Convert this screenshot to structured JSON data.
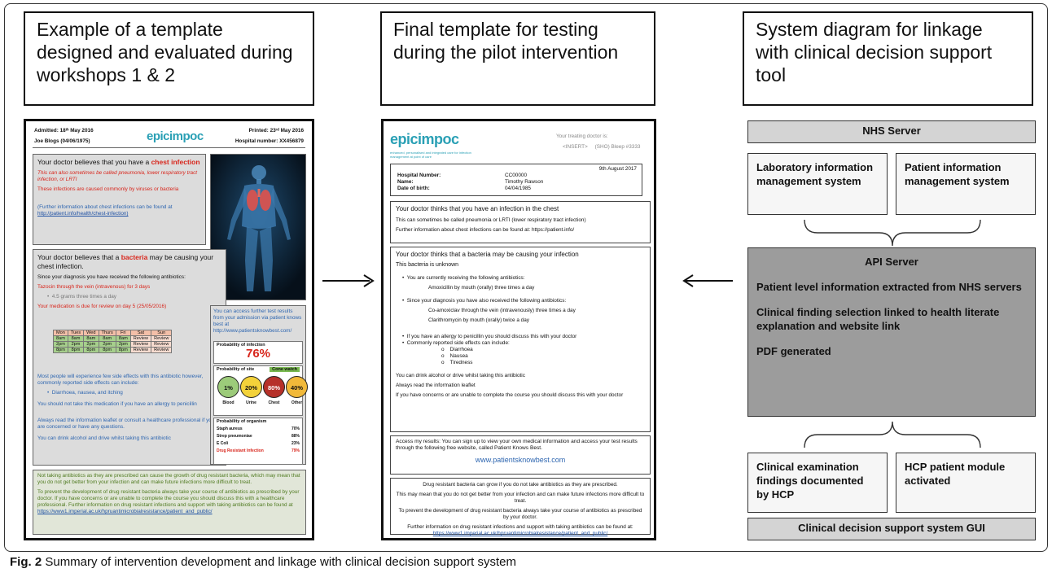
{
  "titles": {
    "left": "Example of a template designed and evaluated during workshops 1 & 2",
    "middle": "Final template for testing during the pilot intervention",
    "right": "System diagram for linkage with clinical decision support tool"
  },
  "caption": {
    "label": "Fig. 2",
    "text": "Summary of intervention development and linkage with clinical decision support system"
  },
  "doc1": {
    "logo": "epicimpoc",
    "admitted": "Admitted: 18ᵗʰ May 2016",
    "printed": "Printed: 23ʳᵈ May 2016",
    "patient": "Joe Blogs (04/06/1975)",
    "hospital_number": "Hospital number: XX456879",
    "s1_heading_pre": "Your doctor believes that you have a ",
    "s1_heading_em": "chest infection",
    "s1_line1": "This can also sometimes be called pneumonia, lower respiratory tract infection, or LRTI",
    "s1_line2": "These infections are caused commonly by viruses or bacteria",
    "s1_info": "(Further information about chest infections can be found at ",
    "s1_link": "http://patient.info/health/chest-infection)",
    "s2_heading_pre": "Your doctor believes that a ",
    "s2_heading_em": "bacteria",
    "s2_heading_post": " may be causing your chest infection.",
    "s2_line1": "Since your diagnosis you have received the following antibiotics:",
    "s2_drug": "Tazocin through the vein (intravenous) for 3 days",
    "s2_dose": "4.5 grams three times a day",
    "s2_review": "Your medication is due for review on day 5 (25/05/2016)",
    "schedule_header": [
      "Mon",
      "Tues",
      "Wed",
      "Thurs",
      "Fri",
      "Sat",
      "Sun"
    ],
    "schedule_rows": [
      [
        "8am",
        "8am",
        "8am",
        "8am",
        "8am",
        "Review",
        "Review"
      ],
      [
        "2pm",
        "2pm",
        "2pm",
        "2pm",
        "2pm",
        "Review",
        "Review"
      ],
      [
        "8pm",
        "8pm",
        "8pm",
        "8pm",
        "8pm",
        "Review",
        "Review"
      ]
    ],
    "side_effects_intro": "Most people will experience few side effects with this antibiotic however, commonly reported side effects can include:",
    "side_effects": "Diarrhoea, nausea, and itching",
    "allergy": "You should not take this medication if you have an allergy to penicillin",
    "leaflet": "Always read the information leaflet or consult a healthcare professional if you are concerned or have any questions.",
    "alcohol": "You can drink alcohol and drive whilst taking this antibiotic",
    "results_text": "You can access further test results from your admission via patient knows best at http://www.patientsknowbest.com/",
    "prob_infection_label": "Probability of infection",
    "prob_infection_value": "76%",
    "prob_site_label": "Probability of site",
    "prob_site_tag": "Cone watch",
    "sites": [
      {
        "value": "1%",
        "name": "Blood",
        "color": "#9ccb7a"
      },
      {
        "value": "20%",
        "name": "Urine",
        "color": "#f3d23a"
      },
      {
        "value": "80%",
        "name": "Chest",
        "color": "#b6312a"
      },
      {
        "value": "40%",
        "name": "Other",
        "color": "#f1b93a"
      }
    ],
    "organism_label": "Probability of organism",
    "organisms": [
      {
        "name": "Staph aureus",
        "value": "70%"
      },
      {
        "name": "Strep pneumoniae",
        "value": "88%"
      },
      {
        "name": "E Coli",
        "value": "23%"
      },
      {
        "name": "Drug Resistant Infection",
        "value": "79%"
      }
    ],
    "footer1": "Not taking antibiotics as they are prescribed can cause the growth of drug resistant bacteria, which may mean that you do not get better from your infection and can make future infections more difficult to treat.",
    "footer2": "To prevent the development of drug resistant bacteria always take your course of antibiotics as prescribed by your doctor. If you have concerns or are unable to complete the course you should discuss this with a healthcare professional. Further information on drug resistant infections and support with taking antibiotics can be found at",
    "footer_link": "https://www1.imperial.ac.uk/hpruantimicrobialresistance/patient_and_public/"
  },
  "doc2": {
    "logo": "epicimpoc",
    "tagline": "enhanced, personalised and integrated care for infection management at point of care",
    "treating": "Your treating doctor is:",
    "treating_line": "<INSERT>     (SHO) Bleep #3333",
    "date": "9th August 2017",
    "fields": [
      {
        "label": "Hospital Number:",
        "value": "CC00000"
      },
      {
        "label": "Name:",
        "value": "Timothy Rawson"
      },
      {
        "label": "Date of birth:",
        "value": "04/04/1985"
      }
    ],
    "s1_heading": "Your doctor thinks that you have an infection in the chest",
    "s1_line1": "This can sometimes be called pneumonia or LRTI (lower respiratory tract infection)",
    "s1_line2": "Further information about chest infections can be found at: https://patient.info/",
    "s2_heading": "Your doctor thinks that a bacteria may be causing your infection",
    "s2_unknown": "This bacteria is unknown",
    "s2_current": "You are currently receiving the following antibiotics:",
    "s2_amox": "Amoxicillin by mouth (orally) three times a day",
    "s2_since": "Since your diagnosis you have also received the following antibiotics:",
    "s2_coamox": "Co-amoxiclav through the vein (intravenously) three times a day",
    "s2_clari": "Clarithromycin by mouth (orally) twice a day",
    "s2_allergy": "If you have an allergy to penicillin you should discuss this with your doctor",
    "s2_side": "Commonly reported side effects can include:",
    "s2_effects": [
      "Diarrhoea",
      "Nausea",
      "Tiredness"
    ],
    "s2_alcohol": "You can drink alcohol or drive whilst taking this antibiotic",
    "s2_leaflet": "Always read the information leaflet",
    "s2_concerns": "If you have concerns or are unable to complete the course you should discuss this with your doctor",
    "access_text": "Access my results: You can sign up to view your own medical information and access your test results through the following free website, called Patient Knows Best.",
    "access_link": "www.patientsknowbest.com",
    "drug1": "Drug resistant bacteria can grow if you do not take antibiotics as they are prescribed.",
    "drug2": "This may mean that you do not get better from your infection and can make future infections more difficult to treat.",
    "drug3": "To prevent the development of drug resistant bacteria always take your course of antibiotics as prescribed by your doctor.",
    "drug4": "Further information on drug resistant infections and support with taking antibiotics can be found at:",
    "drug_link": "https://www1.imperial.ac.uk/hpruantimicrobialresistance/patient_and_public/"
  },
  "system": {
    "nhs_server": "NHS Server",
    "lab_system": "Laboratory information management system",
    "patient_system": "Patient information management system",
    "api_title": "API Server",
    "api_items": [
      "Patient level information extracted from NHS servers",
      "Clinical finding selection linked to health literate explanation and website link",
      "PDF generated"
    ],
    "clinical_exam": "Clinical examination findings documented by HCP",
    "hcp_module": "HCP patient module activated",
    "gui": "Clinical decision support system GUI"
  },
  "colors": {
    "grey_light": "#d4d4d4",
    "grey_dark": "#9c9c9c",
    "box_white": "#f6f6f6"
  }
}
